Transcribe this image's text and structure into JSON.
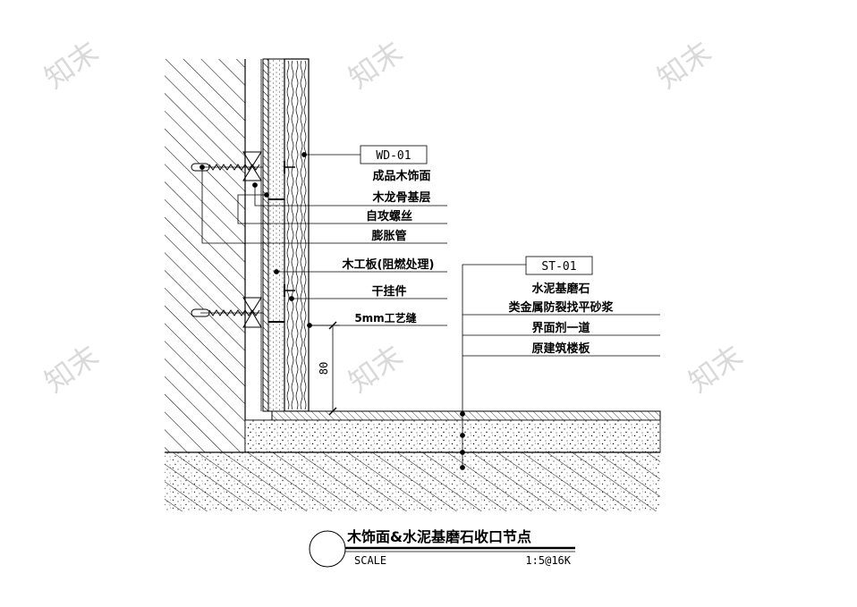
{
  "tags": {
    "wood": "WD-01",
    "stone": "ST-01"
  },
  "wall_labels": [
    "成品木饰面",
    "木龙骨基层",
    "自攻螺丝",
    "膨胀管",
    "木工板(阻燃处理)",
    "干挂件",
    "5mm工艺缝"
  ],
  "floor_labels": [
    "水泥基磨石",
    "类金属防裂找平砂浆",
    "界面剂一道",
    "原建筑楼板"
  ],
  "dimension": "80",
  "title_block": {
    "title": "木饰面&水泥基磨石收口节点",
    "scale_label": "SCALE",
    "scale_value": "1:5@16K"
  },
  "watermark": "知末"
}
